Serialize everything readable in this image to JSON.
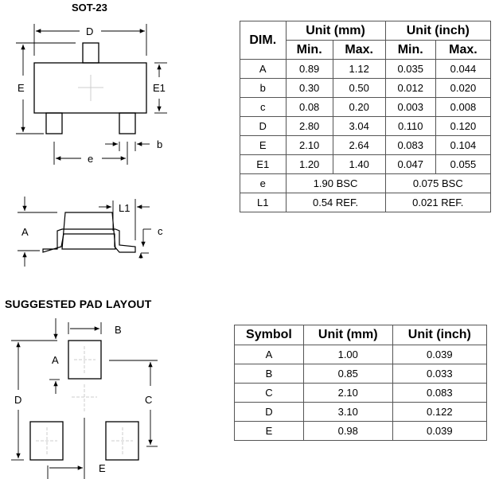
{
  "package_title": "SOT-23",
  "pad_title": "SUGGESTED PAD LAYOUT",
  "drawing_labels": {
    "top_view": [
      "D",
      "E",
      "E1",
      "e",
      "b"
    ],
    "side_view": [
      "A",
      "L1",
      "c"
    ],
    "pad_view": [
      "A",
      "B",
      "C",
      "D",
      "E"
    ]
  },
  "dim_table": {
    "header": {
      "dim": "DIM.",
      "unit_mm": "Unit (mm)",
      "unit_inch": "Unit (inch)",
      "min": "Min.",
      "max": "Max."
    },
    "rows": [
      {
        "dim": "A",
        "mm_min": "0.89",
        "mm_max": "1.12",
        "in_min": "0.035",
        "in_max": "0.044"
      },
      {
        "dim": "b",
        "mm_min": "0.30",
        "mm_max": "0.50",
        "in_min": "0.012",
        "in_max": "0.020"
      },
      {
        "dim": "c",
        "mm_min": "0.08",
        "mm_max": "0.20",
        "in_min": "0.003",
        "in_max": "0.008"
      },
      {
        "dim": "D",
        "mm_min": "2.80",
        "mm_max": "3.04",
        "in_min": "0.110",
        "in_max": "0.120"
      },
      {
        "dim": "E",
        "mm_min": "2.10",
        "mm_max": "2.64",
        "in_min": "0.083",
        "in_max": "0.104"
      },
      {
        "dim": "E1",
        "mm_min": "1.20",
        "mm_max": "1.40",
        "in_min": "0.047",
        "in_max": "0.055"
      }
    ],
    "span_rows": [
      {
        "dim": "e",
        "mm": "1.90 BSC",
        "inch": "0.075 BSC"
      },
      {
        "dim": "L1",
        "mm": "0.54 REF.",
        "inch": "0.021 REF."
      }
    ]
  },
  "pad_table": {
    "header": {
      "symbol": "Symbol",
      "unit_mm": "Unit (mm)",
      "unit_inch": "Unit (inch)"
    },
    "rows": [
      {
        "symbol": "A",
        "mm": "1.00",
        "inch": "0.039"
      },
      {
        "symbol": "B",
        "mm": "0.85",
        "inch": "0.033"
      },
      {
        "symbol": "C",
        "mm": "2.10",
        "inch": "0.083"
      },
      {
        "symbol": "D",
        "mm": "3.10",
        "inch": "0.122"
      },
      {
        "symbol": "E",
        "mm": "0.98",
        "inch": "0.039"
      }
    ]
  }
}
